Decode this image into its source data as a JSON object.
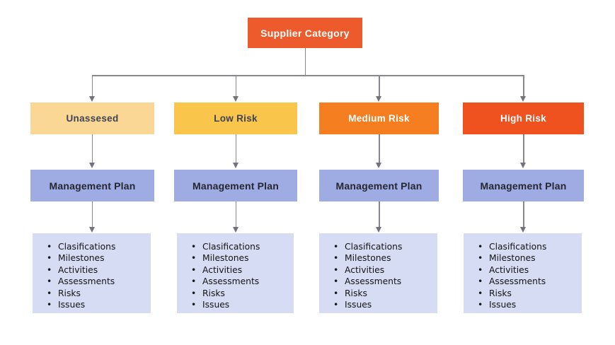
{
  "diagram": {
    "root": {
      "label": "Supplier Category",
      "bg": "#ED5B2C",
      "text_color": "#FFFFFF"
    },
    "columns": [
      {
        "category": {
          "label": "Unassesed",
          "bg": "#FBD795",
          "text_color": "#3F4254"
        },
        "plan": {
          "label": "Management Plan"
        },
        "items": [
          "Clasifications",
          "Milestones",
          "Activities",
          "Assessments",
          "Risks",
          "Issues"
        ]
      },
      {
        "category": {
          "label": "Low Risk",
          "bg": "#F9C54B",
          "text_color": "#3F4254"
        },
        "plan": {
          "label": "Management Plan"
        },
        "items": [
          "Clasifications",
          "Milestones",
          "Activities",
          "Assessments",
          "Risks",
          "Issues"
        ]
      },
      {
        "category": {
          "label": "Medium Risk",
          "bg": "#F57E20",
          "text_color": "#FFFFFF"
        },
        "plan": {
          "label": "Management Plan"
        },
        "items": [
          "Clasifications",
          "Milestones",
          "Activities",
          "Assessments",
          "Risks",
          "Issues"
        ]
      },
      {
        "category": {
          "label": "High Risk",
          "bg": "#F0521F",
          "text_color": "#FFFFFF"
        },
        "plan": {
          "label": "Management Plan"
        },
        "items": [
          "Clasifications",
          "Milestones",
          "Activities",
          "Assessments",
          "Risks",
          "Issues"
        ]
      }
    ],
    "colors": {
      "plan_bg": "#9FACE4",
      "plan_text": "#26262F",
      "list_bg": "#D5DCF3",
      "connector": "#86868F"
    }
  }
}
